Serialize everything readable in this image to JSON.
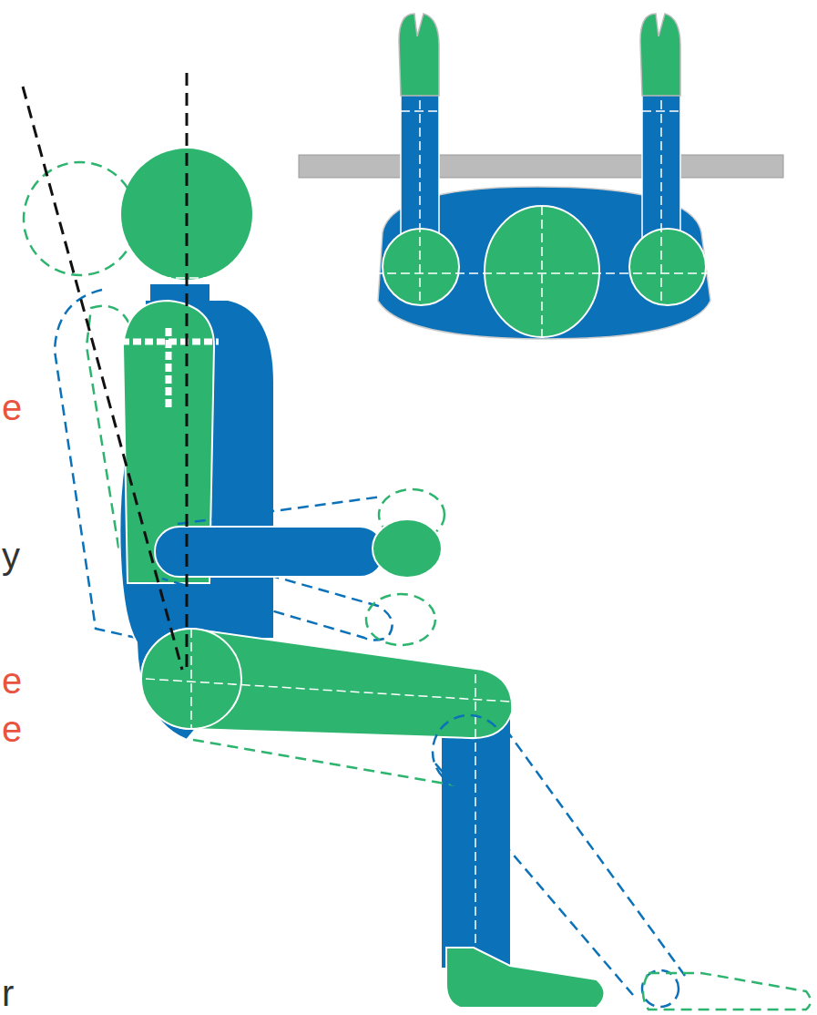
{
  "diagram": {
    "labels": [
      "e",
      "y",
      "e",
      "e",
      "r"
    ]
  }
}
